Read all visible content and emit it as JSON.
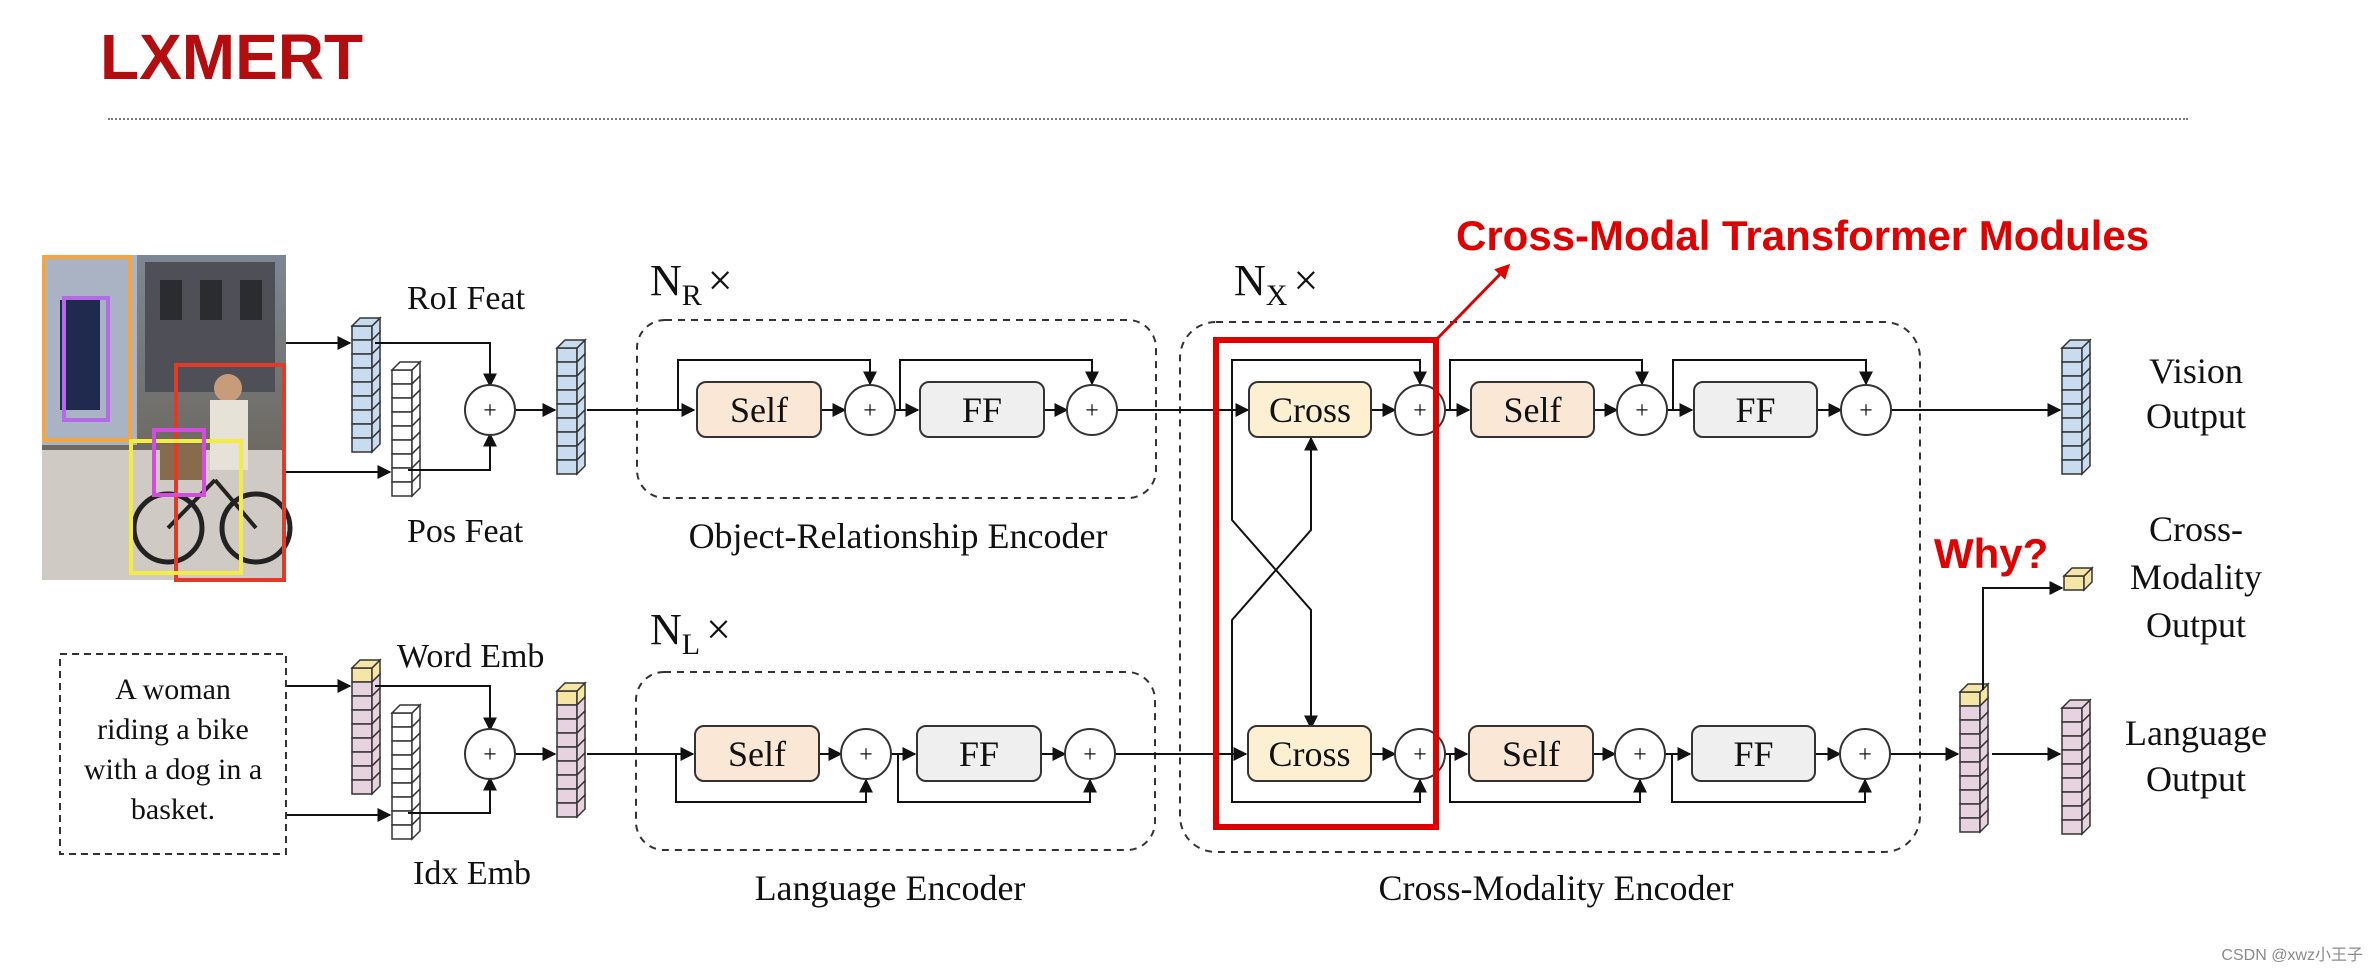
{
  "slide": {
    "title": "LXMERT",
    "watermark": "CSDN @xwz小王子"
  },
  "diagram": {
    "input_text": [
      "A woman",
      "riding a bike",
      "with a dog in a",
      "basket."
    ],
    "labels": {
      "roi_feat": "RoI Feat",
      "pos_feat": "Pos Feat",
      "word_emb": "Word Emb",
      "idx_emb": "Idx Emb",
      "nr_base": "N",
      "nr_sub": "R",
      "nl_base": "N",
      "nl_sub": "L",
      "nx_base": "N",
      "nx_sub": "X",
      "times": "×",
      "object_encoder": "Object-Relationship Encoder",
      "language_encoder": "Language Encoder",
      "cross_encoder": "Cross-Modality Encoder",
      "vision_output": [
        "Vision",
        "Output"
      ],
      "cross_output": [
        "Cross-",
        "Modality",
        "Output"
      ],
      "language_output": [
        "Language",
        "Output"
      ]
    },
    "blocks": {
      "self": "Self",
      "ff": "FF",
      "cross": "Cross",
      "plus": "+"
    },
    "annotations": {
      "cross_modal": "Cross-Modal Transformer Modules",
      "why": "Why?"
    },
    "colors": {
      "annotation_red": "#e00000",
      "title_red": "#b40d0f",
      "self_fill": "#fbe7d6",
      "ff_fill": "#efefef",
      "cross_fill": "#fdf0d2",
      "vision_vec": "#c9dcef",
      "language_vec": "#e6d3df",
      "pos_vec": "#ffffff",
      "cross_vec": "#f6e6a6"
    },
    "photo_icon": "street-photo-bicycle-woman-dog"
  }
}
